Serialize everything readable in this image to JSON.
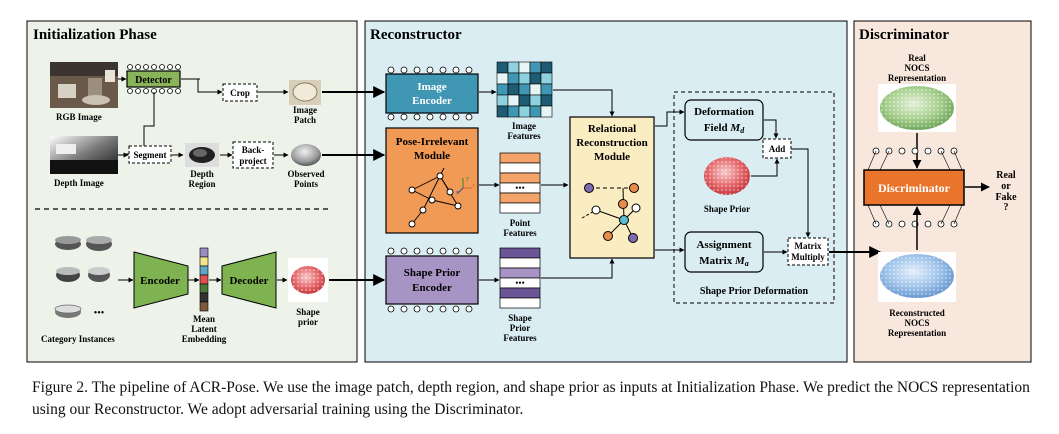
{
  "sections": {
    "init": "Initialization Phase",
    "recon": "Reconstructor",
    "disc": "Discriminator"
  },
  "init": {
    "detector": "Detector",
    "crop": "Crop",
    "segment": "Segment",
    "backproject_1": "Back-",
    "backproject_2": "project",
    "rgb_image": "RGB Image",
    "image_patch_1": "Image",
    "image_patch_2": "Patch",
    "depth_image": "Depth Image",
    "depth_region_1": "Depth",
    "depth_region_2": "Region",
    "observed_points_1": "Observed",
    "observed_points_2": "Points",
    "encoder": "Encoder",
    "decoder": "Decoder",
    "category_instances": "Category Instances",
    "ellipsis": "•••",
    "mean_latent_1": "Mean",
    "mean_latent_2": "Latent",
    "mean_latent_3": "Embedding",
    "shape_prior_1": "Shape",
    "shape_prior_2": "prior"
  },
  "recon": {
    "image_encoder_1": "Image",
    "image_encoder_2": "Encoder",
    "image_features_1": "Image",
    "image_features_2": "Features",
    "pose_irrelevant_1": "Pose-Irrelevant",
    "pose_irrelevant_2": "Module",
    "point_features_1": "Point",
    "point_features_2": "Features",
    "shape_prior_encoder_1": "Shape Prior",
    "shape_prior_encoder_2": "Encoder",
    "shape_prior_features_1": "Shape",
    "shape_prior_features_2": "Prior",
    "shape_prior_features_3": "Features",
    "relational_1": "Relational",
    "relational_2": "Reconstruction",
    "relational_3": "Module",
    "deformation_1": "Deformation",
    "deformation_2": "Field",
    "deformation_sym": "M",
    "deformation_sub": "d",
    "add": "Add",
    "shape_prior": "Shape Prior",
    "assignment_1": "Assignment",
    "assignment_2": "Matrix",
    "assignment_sym": "M",
    "assignment_sub": "a",
    "matrix_multiply_1": "Matrix",
    "matrix_multiply_2": "Multiply",
    "shape_prior_deformation": "Shape Prior Deformation",
    "ellipsis": "•••",
    "axis_x": "x",
    "axis_y": "y",
    "axis_z": "z"
  },
  "disc": {
    "real_nocs_1": "Real",
    "real_nocs_2": "NOCS",
    "real_nocs_3": "Representation",
    "discriminator": "Discriminator",
    "real_or_fake_1": "Real",
    "real_or_fake_2": "or",
    "real_or_fake_3": "Fake",
    "real_or_fake_4": "?",
    "recon_nocs_1": "Reconstructed",
    "recon_nocs_2": "NOCS",
    "recon_nocs_3": "Representation"
  },
  "colors": {
    "init_bg": "#eef3ea",
    "recon_bg": "#d9edf3",
    "disc_bg": "#f8e7dc",
    "detector": "#8ab45a",
    "image_encoder": "#3f97b4",
    "pose_module": "#f09a55",
    "shape_encoder": "#a894c4",
    "relational": "#fbedc2",
    "encoder_green": "#7fb352",
    "discriminator": "#e9742b"
  },
  "caption": "Figure 2. The pipeline of ACR-Pose. We use the image patch, depth region, and shape prior as inputs at Initialization Phase. We predict the NOCS representation using our Reconstructor. We adopt adversarial training using the Discriminator."
}
